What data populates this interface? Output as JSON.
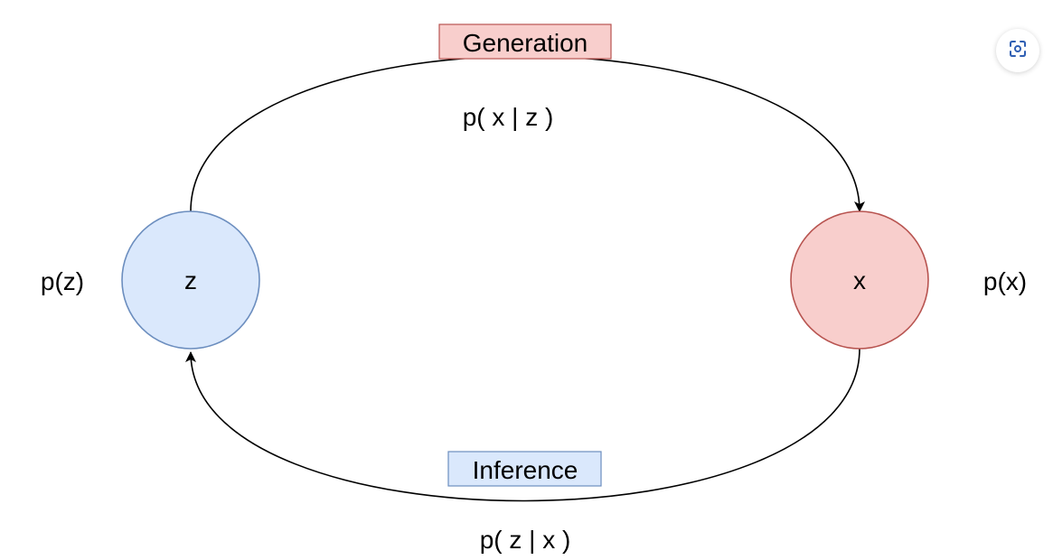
{
  "diagram": {
    "generation_label": "Generation",
    "inference_label": "Inference",
    "generation_prob": "p( x | z )",
    "inference_prob": "p( z | x )",
    "node_z_label": "z",
    "node_x_label": "x",
    "prior_z": "p(z)",
    "marginal_x": "p(x)"
  },
  "colors": {
    "blue_fill": "#dae8fc",
    "blue_stroke": "#6c8ebf",
    "red_fill": "#f8cecc",
    "red_stroke": "#b85450"
  },
  "toolbar": {
    "zoom_icon": "zoom-icon"
  }
}
